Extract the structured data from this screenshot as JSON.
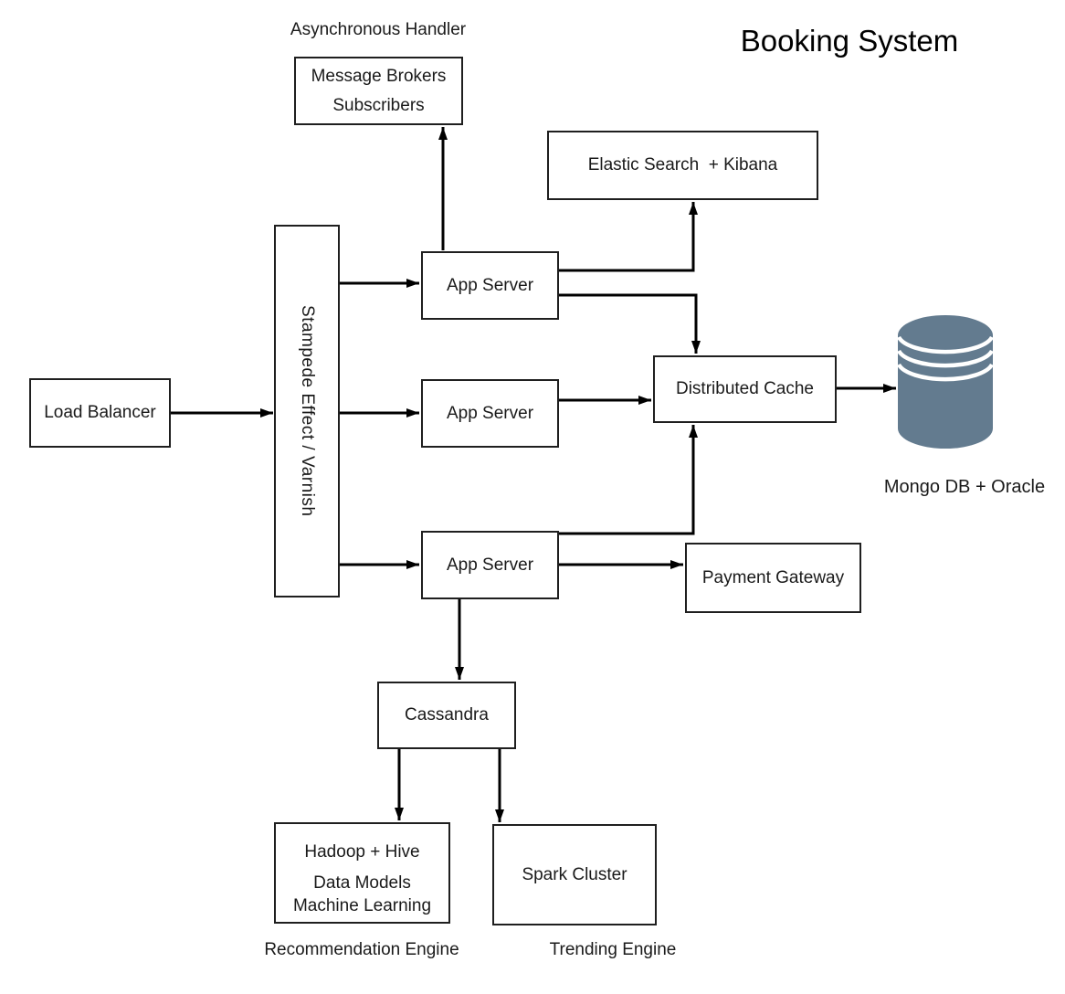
{
  "title": "Booking System",
  "colors": {
    "background": "#ffffff",
    "box_border": "#1f1f1f",
    "text": "#1a1a1a",
    "edge_line": "#000000",
    "cylinder_fill": "#637B8F"
  },
  "nodes": {
    "message_brokers": {
      "lines": [
        "Message Brokers",
        "Subscribers"
      ]
    },
    "elastic_search": {
      "label": "Elastic Search  + Kibana"
    },
    "stampede": {
      "label": "Stampede Effect / Varnish"
    },
    "load_balancer": {
      "label": "Load Balancer"
    },
    "app_server_top": {
      "label": "App Server"
    },
    "app_server_middle": {
      "label": "App Server"
    },
    "app_server_bottom": {
      "label": "App Server"
    },
    "distributed_cache": {
      "label": "Distributed Cache"
    },
    "payment_gateway": {
      "label": "Payment Gateway"
    },
    "cassandra": {
      "label": "Cassandra"
    },
    "hadoop": {
      "lines": [
        "Hadoop + Hive",
        "Data Models",
        "Machine Learning"
      ]
    },
    "spark": {
      "label": "Spark Cluster"
    }
  },
  "annotations": {
    "async_handler": "Asynchronous Handler",
    "mongo_oracle": "Mongo DB + Oracle",
    "recommendation_engine": "Recommendation Engine",
    "trending_engine": "Trending Engine"
  },
  "icons": {
    "database_cylinder": "mongo-oracle-database-cylinder"
  },
  "edges": [
    {
      "from": "load-balancer",
      "to": "stampede-varnish"
    },
    {
      "from": "stampede-varnish",
      "to": "app-server-top"
    },
    {
      "from": "stampede-varnish",
      "to": "app-server-middle"
    },
    {
      "from": "stampede-varnish",
      "to": "app-server-bottom"
    },
    {
      "from": "app-server-top",
      "to": "message-brokers-subscribers"
    },
    {
      "from": "app-server-top",
      "to": "elastic-search-kibana"
    },
    {
      "from": "app-server-top",
      "to": "distributed-cache"
    },
    {
      "from": "app-server-middle",
      "to": "distributed-cache"
    },
    {
      "from": "app-server-bottom",
      "to": "distributed-cache"
    },
    {
      "from": "app-server-bottom",
      "to": "payment-gateway"
    },
    {
      "from": "app-server-bottom",
      "to": "cassandra"
    },
    {
      "from": "distributed-cache",
      "to": "mongo-db-oracle"
    },
    {
      "from": "cassandra",
      "to": "hadoop-hive"
    },
    {
      "from": "cassandra",
      "to": "spark-cluster"
    }
  ]
}
